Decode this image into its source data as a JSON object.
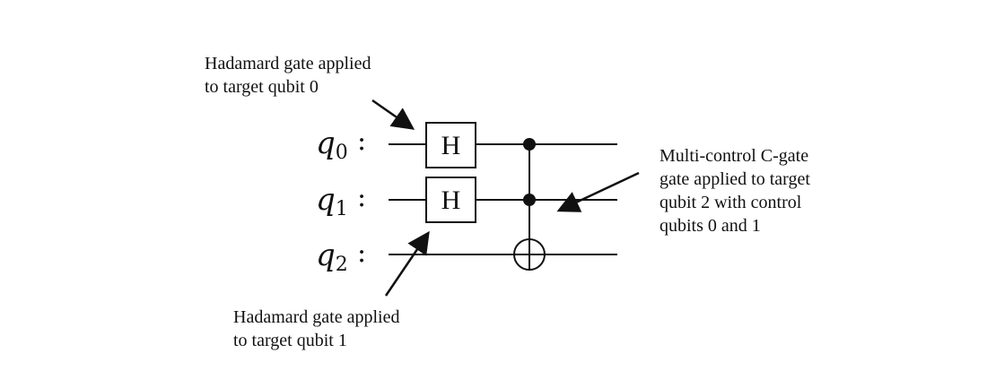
{
  "qubits": [
    {
      "symbol": "q",
      "index": "0"
    },
    {
      "symbol": "q",
      "index": "1"
    },
    {
      "symbol": "q",
      "index": "2"
    }
  ],
  "separator": ":",
  "gates": {
    "h_gate_q0": "H",
    "h_gate_q1": "H"
  },
  "annotations": {
    "hadamard_q0": [
      "Hadamard gate applied",
      "to target qubit 0"
    ],
    "hadamard_q1": [
      "Hadamard gate applied",
      "to target qubit 1"
    ],
    "multi_control": [
      "Multi-control C-gate",
      "gate applied to target",
      "qubit 2 with control",
      "qubits 0 and 1"
    ]
  }
}
